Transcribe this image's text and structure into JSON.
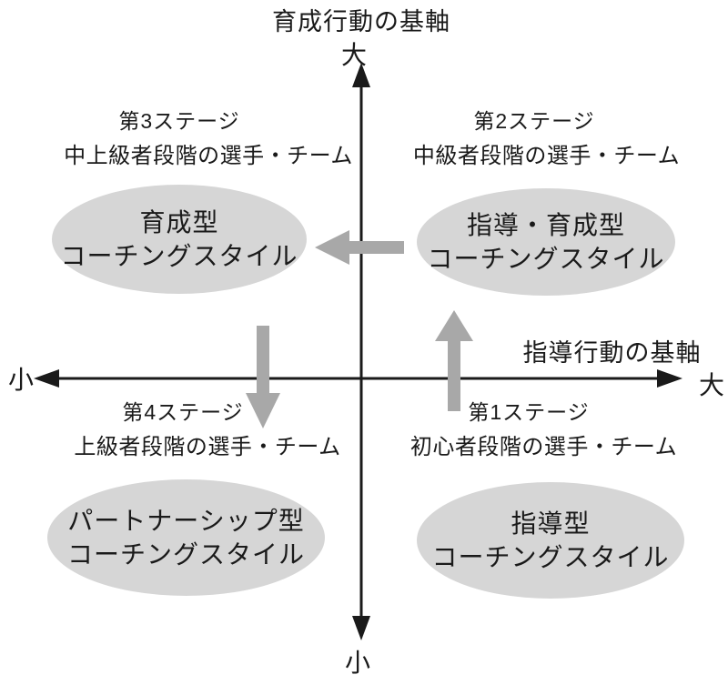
{
  "axes": {
    "vertical": {
      "title": "育成行動の基軸",
      "max_label": "大",
      "min_label": "小"
    },
    "horizontal": {
      "title": "指導行動の基軸",
      "max_label": "大",
      "min_label": "小"
    }
  },
  "quadrants": {
    "top_left": {
      "stage": "第3ステージ",
      "description": "中上級者段階の選手・チーム",
      "ellipse": {
        "line1": "育成型",
        "line2": "コーチングスタイル"
      }
    },
    "top_right": {
      "stage": "第2ステージ",
      "description": "中級者段階の選手・チーム",
      "ellipse": {
        "line1": "指導・育成型",
        "line2": "コーチングスタイル"
      }
    },
    "bottom_left": {
      "stage": "第4ステージ",
      "description": "上級者段階の選手・チーム",
      "ellipse": {
        "line1": "パートナーシップ型",
        "line2": "コーチングスタイル"
      }
    },
    "bottom_right": {
      "stage": "第1ステージ",
      "description": "初心者段階の選手・チーム",
      "ellipse": {
        "line1": "指導型",
        "line2": "コーチングスタイル"
      }
    }
  },
  "flow_arrows": [
    {
      "name": "stage1-to-stage2",
      "direction": "up"
    },
    {
      "name": "stage2-to-stage3",
      "direction": "left"
    },
    {
      "name": "stage3-to-stage4",
      "direction": "down"
    }
  ],
  "colors": {
    "text": "#1a1a1a",
    "axis": "#1a1a1a",
    "ellipse_fill": "#d6d6d6",
    "flow_arrow": "#a8a8a8",
    "bg": "#ffffff"
  }
}
